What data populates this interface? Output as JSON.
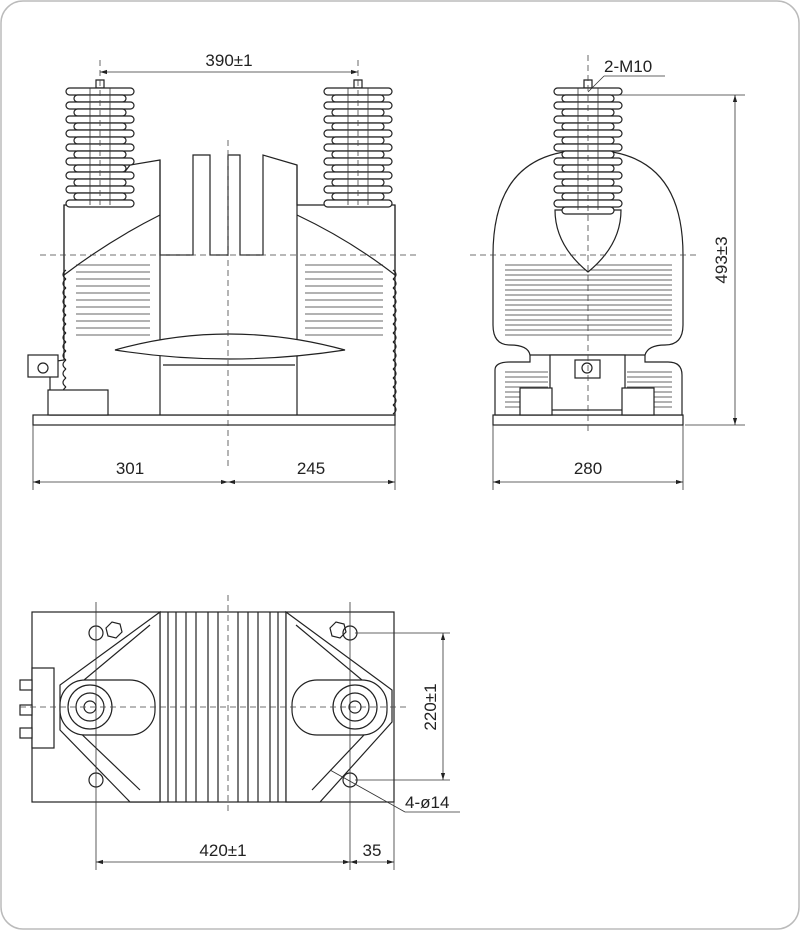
{
  "dimensions": {
    "front_top": "390±1",
    "front_left": "301",
    "front_right": "245",
    "side_width": "280",
    "side_height": "493±3",
    "side_thread": "2-M10",
    "plan_spacing": "220±1",
    "plan_holes": "4-ø14",
    "plan_length": "420±1",
    "plan_offset": "35"
  }
}
